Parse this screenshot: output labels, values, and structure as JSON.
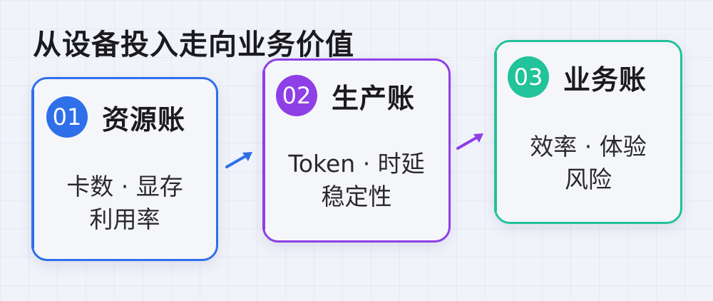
{
  "title": "从设备投入走向业务价值",
  "colors": {
    "card1": "#2f6fea",
    "card2": "#8e3fe6",
    "card3": "#22c29a",
    "arrow1": "#2f6fea",
    "arrow2": "#8e3fe6"
  },
  "cards": [
    {
      "number": "01",
      "title": "资源账",
      "lines": [
        "卡数 ·  显存",
        "利用率"
      ]
    },
    {
      "number": "02",
      "title": "生产账",
      "lines": [
        "Token ·  时延",
        "稳定性"
      ]
    },
    {
      "number": "03",
      "title": "业务账",
      "lines": [
        "效率 ·  体验",
        "风险"
      ]
    }
  ],
  "arrows": [
    "arrow-right-icon",
    "arrow-right-icon"
  ]
}
